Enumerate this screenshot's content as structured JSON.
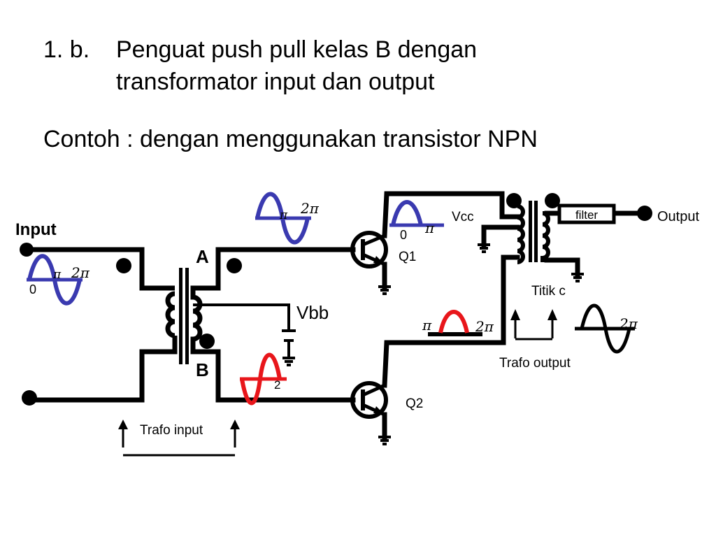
{
  "slide": {
    "number": "1. b.",
    "title_line1": "Penguat push pull kelas B dengan",
    "title_line2": "transformator input dan output",
    "subtitle": "Contoh : dengan menggunakan transistor NPN"
  },
  "diagram": {
    "input_label": "Input",
    "output_label": "Output",
    "node_a": "A",
    "node_b": "B",
    "vbb_label": "Vbb",
    "vcc_label": "Vcc",
    "q1_label": "Q1",
    "q2_label": "Q2",
    "filter_label": "filter",
    "titik_c_label": "Titik c",
    "trafo_input_label": "Trafo input",
    "trafo_output_label": "Trafo output",
    "zero": "0",
    "pi": "π",
    "two_pi": "2π",
    "two_fragment": "2",
    "colors": {
      "wave_blue": "#3a3ab0",
      "wave_red": "#e8161b",
      "wire": "#000000"
    }
  }
}
